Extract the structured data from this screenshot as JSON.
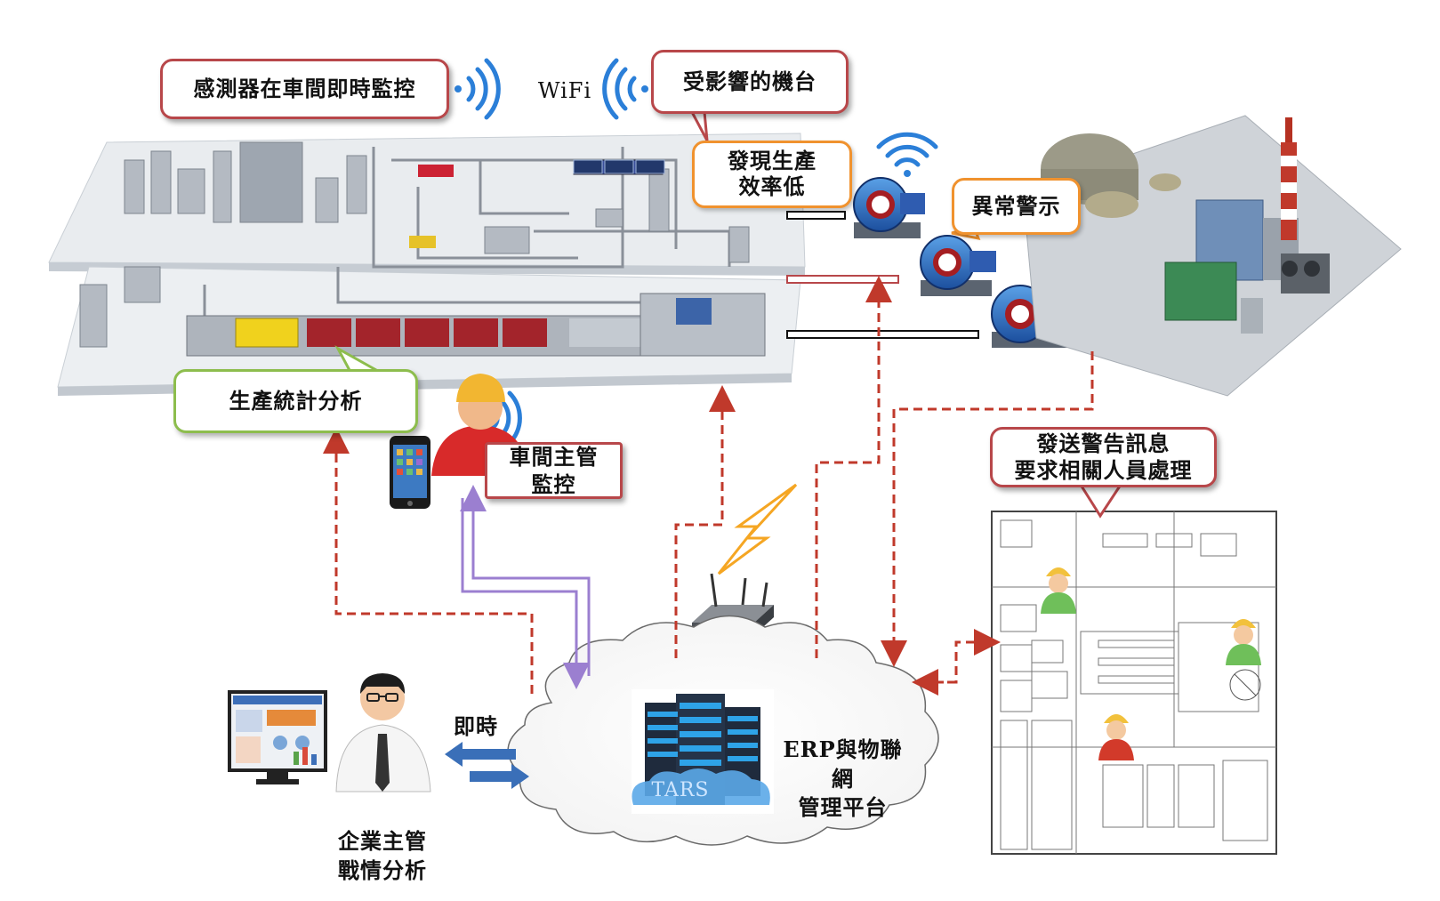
{
  "callouts": {
    "sensor_monitoring": "感測器在車間即時監控",
    "affected_machine": "受影響的機台",
    "low_efficiency": "發現生產\n效率低",
    "abnormal_alert": "異常警示",
    "production_stats": "生產統計分析",
    "floor_manager": "車間主管\n監控",
    "send_warning": "發送警告訊息\n要求相關人員處理"
  },
  "labels": {
    "wifi": "WiFi",
    "realtime": "即時",
    "platform": "ERP與物聯網\n管理平台",
    "tars": "TARS",
    "executive": "企業主管\n戰情分析"
  },
  "colors": {
    "dashed_arrow": "#c0392b",
    "purple_link": "#9b7fd0",
    "blue_arrow": "#3a6fb8",
    "wifi_blue": "#2b7fd8",
    "lightning": "#f5a623",
    "callout_red": "#b8474a",
    "callout_orange": "#f0922e",
    "callout_green": "#8dbd4d"
  },
  "icons": [
    "wifi-icon",
    "router-icon",
    "lightning-icon",
    "server-icon",
    "cloud-icon",
    "smartphone-icon",
    "monitor-icon",
    "manager-icon",
    "worker-icon",
    "pump-icon",
    "factory-icon",
    "floorplan-icon"
  ]
}
